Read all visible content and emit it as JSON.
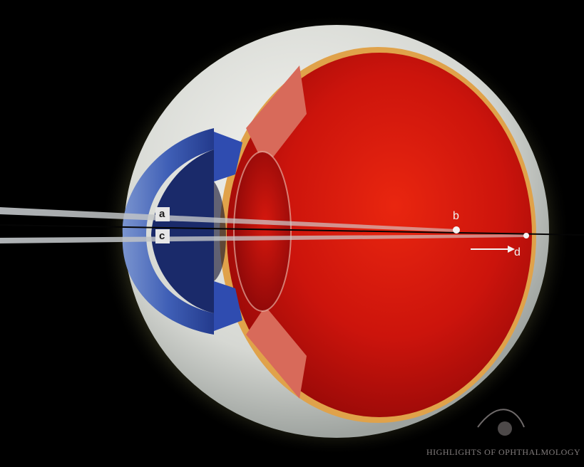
{
  "labels": {
    "a": "a",
    "b": "b",
    "c": "c",
    "d": "d"
  },
  "watermark": {
    "text": "HIGHLIGHTS OF OPHTHALMOLOGY"
  },
  "colors": {
    "background": "#000000",
    "sclera": "#d9dcd8",
    "choroid": "#e0a24a",
    "vitreous": "#c40f0c",
    "iris": "#2f4cb0",
    "light_ray": "#c9cccf",
    "optical_axis": "#050505"
  }
}
